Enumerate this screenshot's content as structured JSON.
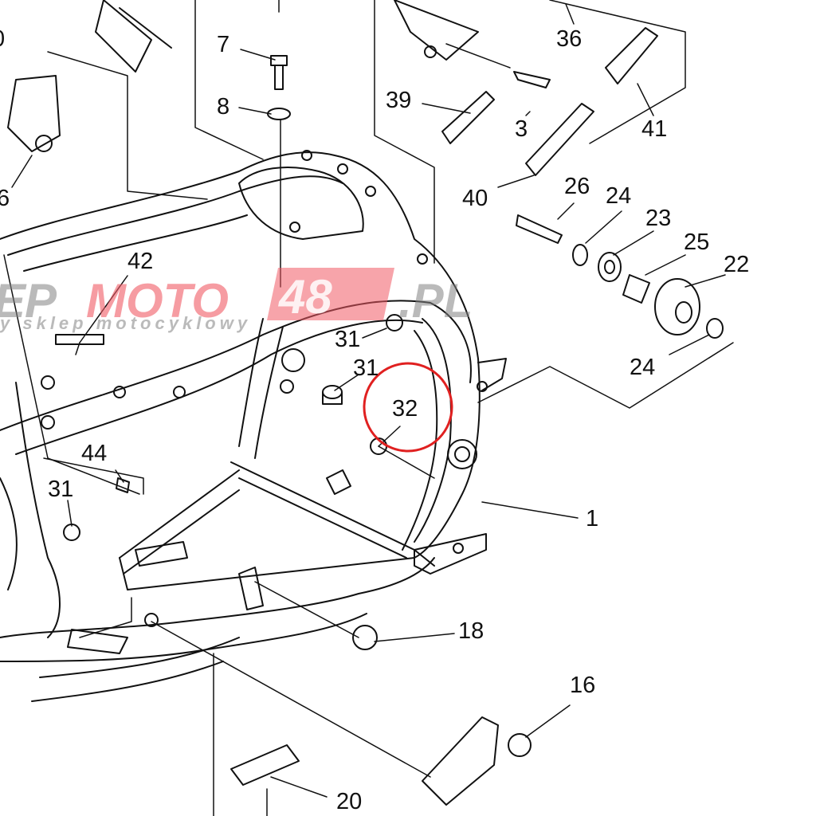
{
  "diagram": {
    "title": "Frame parts diagram",
    "part_labels": [
      {
        "id": "7",
        "text": "7"
      },
      {
        "id": "8",
        "text": "8"
      },
      {
        "id": "36",
        "text": "36"
      },
      {
        "id": "41",
        "text": "41"
      },
      {
        "id": "39",
        "text": "39"
      },
      {
        "id": "3",
        "text": "3"
      },
      {
        "id": "40",
        "text": "40"
      },
      {
        "id": "26",
        "text": "26"
      },
      {
        "id": "24a",
        "text": "24"
      },
      {
        "id": "23",
        "text": "23"
      },
      {
        "id": "25",
        "text": "25"
      },
      {
        "id": "22",
        "text": "22"
      },
      {
        "id": "24b",
        "text": "24"
      },
      {
        "id": "42",
        "text": "42"
      },
      {
        "id": "31a",
        "text": "31"
      },
      {
        "id": "31b",
        "text": "31"
      },
      {
        "id": "32",
        "text": "32"
      },
      {
        "id": "44",
        "text": "44"
      },
      {
        "id": "31c",
        "text": "31"
      },
      {
        "id": "1",
        "text": "1"
      },
      {
        "id": "18",
        "text": "18"
      },
      {
        "id": "16",
        "text": "16"
      },
      {
        "id": "20",
        "text": "20"
      },
      {
        "id": "6",
        "text": "6"
      },
      {
        "id": "0",
        "text": "0"
      }
    ],
    "highlight": {
      "label": "32",
      "color": "#e02020"
    },
    "watermark": {
      "prefix": "EP",
      "brand": "MOTO",
      "number": "48",
      "suffix": ".PL",
      "tagline": "y sklep motocyklowy"
    }
  }
}
